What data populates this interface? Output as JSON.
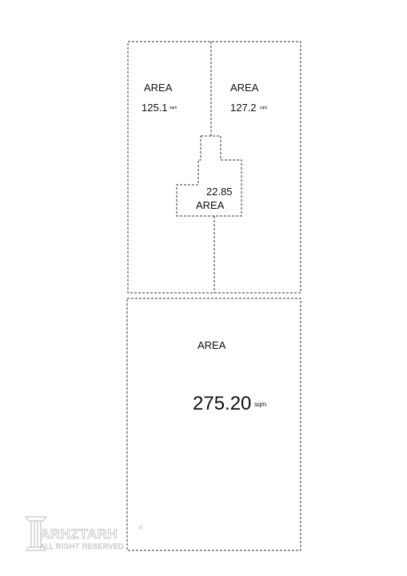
{
  "rooms": [
    {
      "label": "AREA",
      "value": "125.1",
      "unit": "sqm"
    },
    {
      "label": "AREA",
      "value": "127.2",
      "unit": "sqm"
    },
    {
      "label": "AREA",
      "value": "22.85"
    },
    {
      "label": "AREA",
      "value": "275.20",
      "unit": "sqm"
    }
  ],
  "watermark": {
    "brand": "ARHZTARH",
    "rights": "ALL RIGHT RESERVED",
    "registered": "®"
  },
  "colors": {
    "line": "#333333",
    "text": "#111111",
    "watermark": "#999999"
  }
}
